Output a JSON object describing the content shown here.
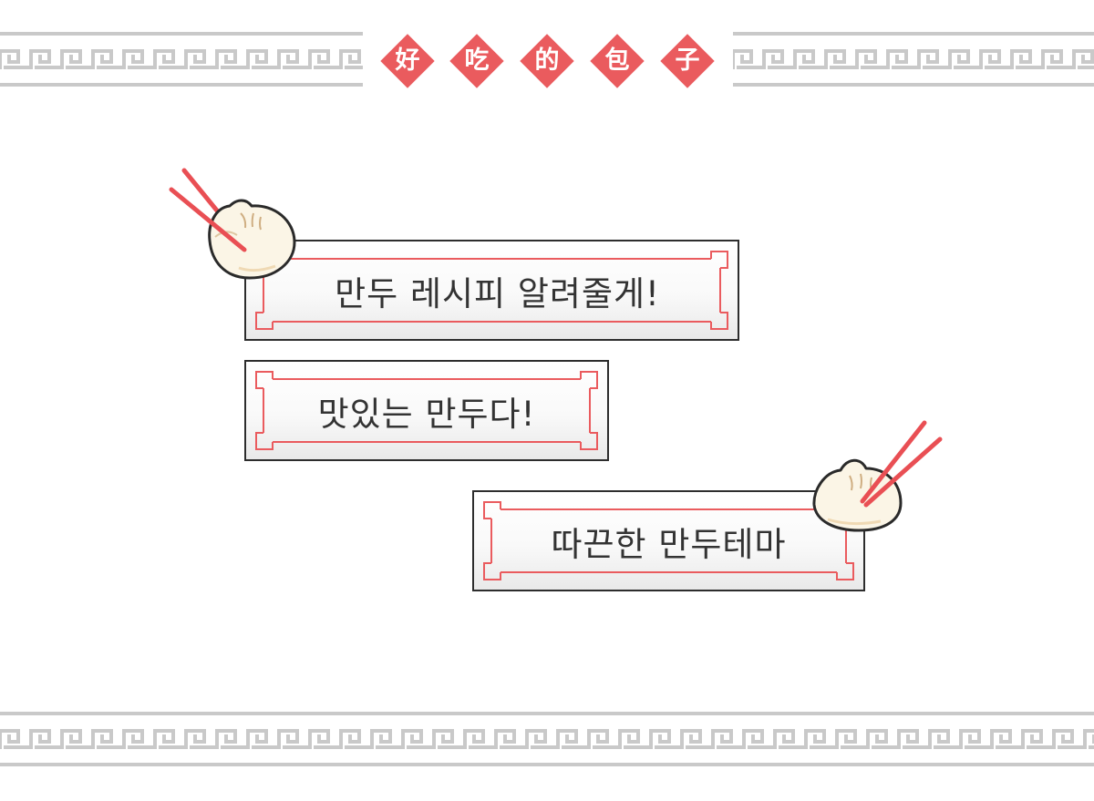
{
  "title": {
    "chars": [
      "好",
      "吃",
      "的",
      "包",
      "子"
    ]
  },
  "labels": [
    "만두 레시피 알려줄게!",
    "맛있는 만두다!",
    "따끈한 만두테마"
  ],
  "colors": {
    "accent": "#ea5b5e",
    "border_gray": "#c9c9c9",
    "text": "#333333",
    "outline": "#2d2d2d",
    "bun": "#fbf5e6"
  },
  "icons": [
    "greek-key-border",
    "dumpling-icon",
    "chopsticks-icon"
  ]
}
